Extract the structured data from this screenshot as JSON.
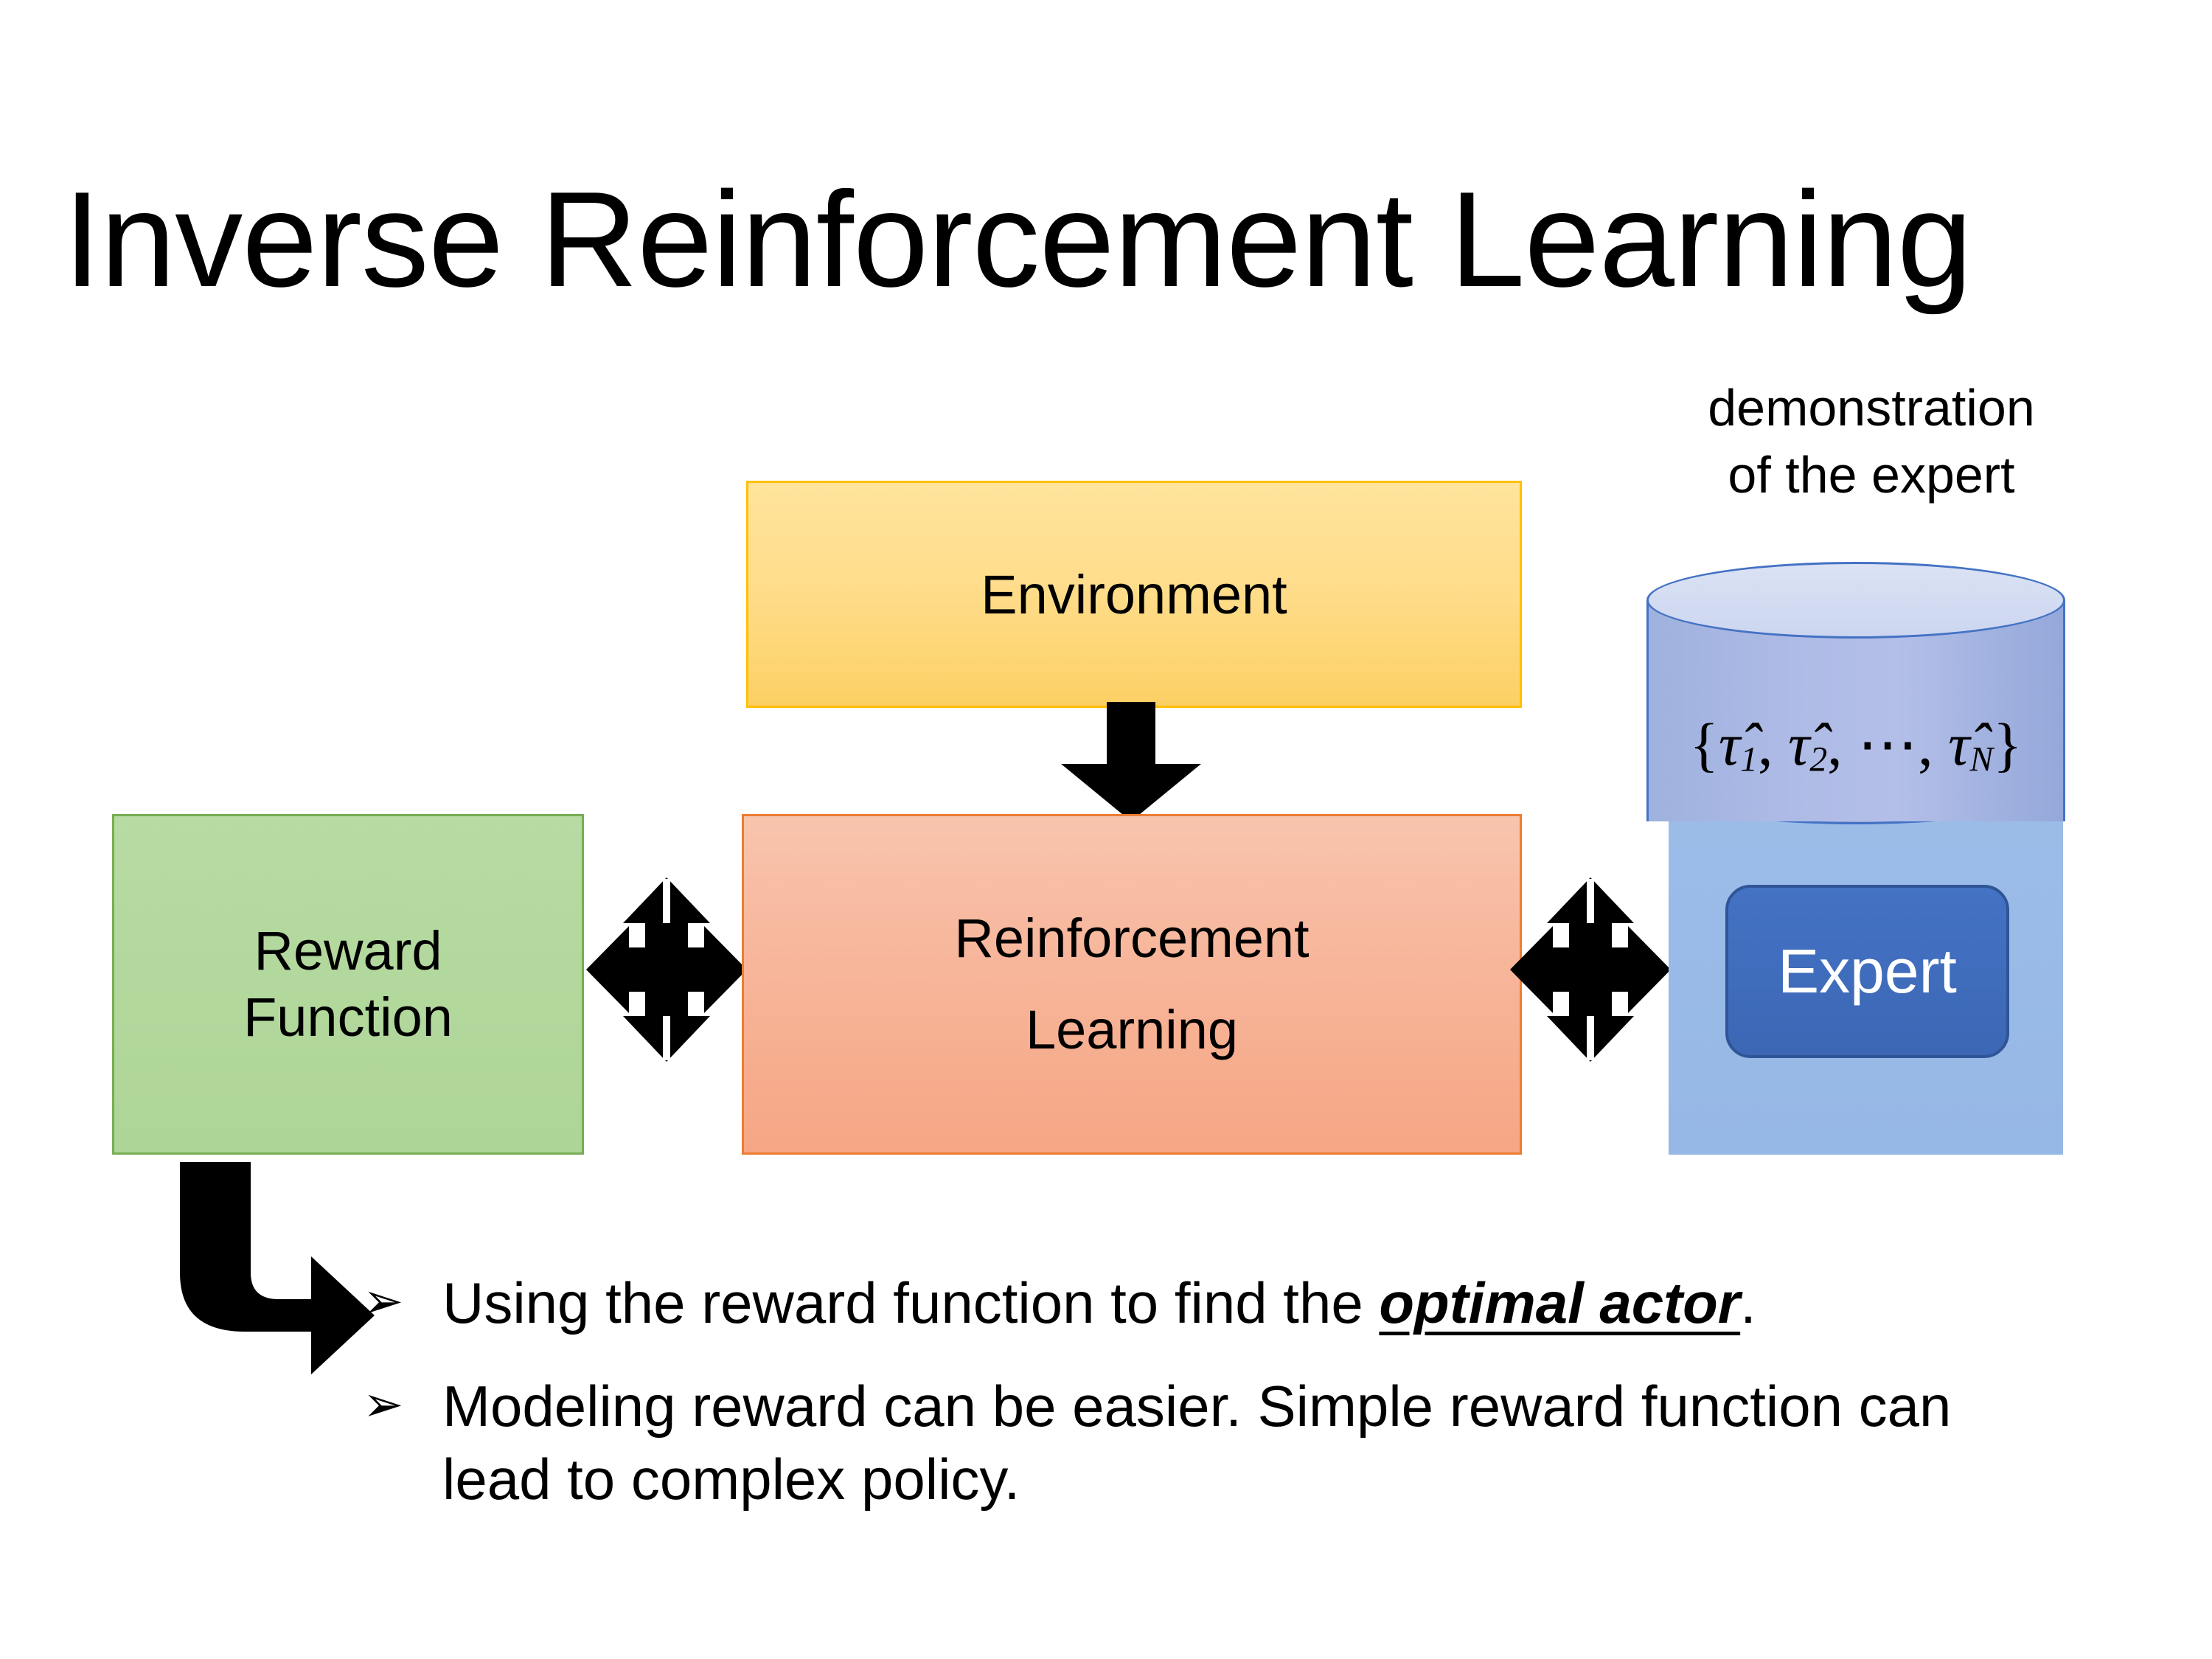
{
  "slide": {
    "title": "Inverse Reinforcement Learning",
    "background_color": "#ffffff"
  },
  "diagram": {
    "environment": {
      "label": "Environment",
      "fill_color": "#ffdd8c",
      "border_color": "#ffc000"
    },
    "reward_function": {
      "line1": "Reward",
      "line2": "Function",
      "fill_color": "#b2d79c",
      "border_color": "#70ad47"
    },
    "reinforcement_learning": {
      "line1": "Reinforcement",
      "line2": "Learning",
      "fill_color": "#f6a684",
      "border_color": "#ed7d31"
    },
    "demonstration": {
      "caption_line1": "demonstration",
      "caption_line2": "of the expert",
      "cylinder_fill_color": "#a9b8e0",
      "cylinder_border_color": "#4472c4",
      "set_open": "{",
      "set_close": "}",
      "tau": "τ",
      "sub1": "1",
      "sub2": "2",
      "subN": "N",
      "ellipsis": "⋯",
      "comma": ", ",
      "set_plain": "{τ̂1, τ̂2, ⋯, τ̂N}"
    },
    "expert": {
      "label": "Expert",
      "chip_fill_color": "#4472c4",
      "chip_border_color": "#2f5597",
      "panel_fill_color": "#93b5e3",
      "text_color": "#ffffff"
    },
    "connectors": {
      "environment_to_rl": "down-arrow",
      "reward_to_rl": "four-way-arrow",
      "rl_to_expert": "four-way-arrow",
      "reward_to_bullets": "bent-arrow",
      "arrow_color": "#000000"
    }
  },
  "bullets": {
    "marker": "➢",
    "items": [
      {
        "pre": "Using the reward function to find the ",
        "emphasis": "optimal actor",
        "post": "."
      },
      {
        "pre": "Modeling reward can be easier. Simple reward function can lead to complex policy.",
        "emphasis": "",
        "post": ""
      }
    ]
  }
}
